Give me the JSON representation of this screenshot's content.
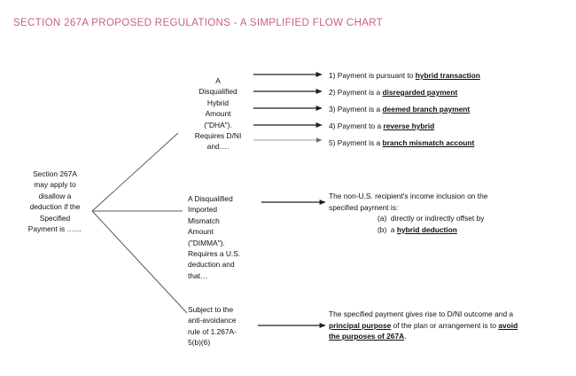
{
  "document": {
    "title": "SECTION 267A PROPOSED REGULATIONS - A SIMPLIFIED  FLOW CHART",
    "title_color": "#c9607c",
    "background_color": "#ffffff",
    "text_color": "#111111",
    "line_color": "#3a3a3a"
  },
  "root_node": {
    "lines": [
      "Section 267A",
      "may apply to",
      "disallow a",
      "deduction if the",
      "Specified",
      "Payment is ……"
    ],
    "text": "Section 267A may apply to disallow a deduction if the Specified Payment is ……"
  },
  "branches": [
    {
      "id": "dha",
      "node_lines": [
        "A",
        "Disqualified",
        "Hybrid",
        "Amount",
        "(\"DHA\").",
        "Requires D/NI",
        "and…."
      ],
      "node_text": "A Disqualified Hybrid Amount (\"DHA\"). Requires D/NI and…."
    },
    {
      "id": "dimma",
      "node_lines": [
        "A Disqualified",
        "Imported",
        "Mismatch",
        "Amount",
        "(\"DIMMA\").",
        "Requires a U.S.",
        "deduction and",
        "that…"
      ],
      "node_text": "A Disqualified Imported Mismatch Amount (\"DIMMA\"). Requires a U.S. deduction and that…"
    },
    {
      "id": "anti-avoidance",
      "node_lines": [
        "Subject to the",
        "anti-avoidance",
        "rule of 1.267A-",
        "5(b)(6)"
      ],
      "node_text": "Subject to the anti-avoidance rule of 1.267A-5(b)(6)"
    }
  ],
  "dha_outcomes": [
    {
      "number": "1)",
      "lead": "Payment is pursuant to ",
      "emphasis": "hybrid transaction",
      "tail": ""
    },
    {
      "number": "2)",
      "lead": "Payment is a ",
      "emphasis": "disregarded payment",
      "tail": ""
    },
    {
      "number": "3)",
      "lead": "Payment is a ",
      "emphasis": "deemed branch  payment",
      "tail": ""
    },
    {
      "number": "4)",
      "lead": "Payment to a ",
      "emphasis": "reverse hybrid",
      "tail": ""
    },
    {
      "number": "5)",
      "lead": "Payment is a ",
      "emphasis": "branch mismatch  account",
      "tail": ""
    }
  ],
  "dimma_outcome": {
    "line1": "The non-U.S. recipient's income inclusion on the",
    "line2": "specified payment is:",
    "item_a_label": "(a)",
    "item_a_text": "directly or indirectly offset by",
    "item_b_label": "(b)",
    "item_b_lead": "a ",
    "item_b_emphasis": "hybrid deduction"
  },
  "anti_avoidance_outcome": {
    "line1_lead": "The specified payment gives rise to D/NI outcome and a",
    "line2_emphasis_1": "principal  purpose",
    "line2_mid": " of the  plan or arrangement is to ",
    "line2_emphasis_2": "avoid",
    "line3_emphasis_3": "the purposes of 267A",
    "line3_tail": "."
  }
}
